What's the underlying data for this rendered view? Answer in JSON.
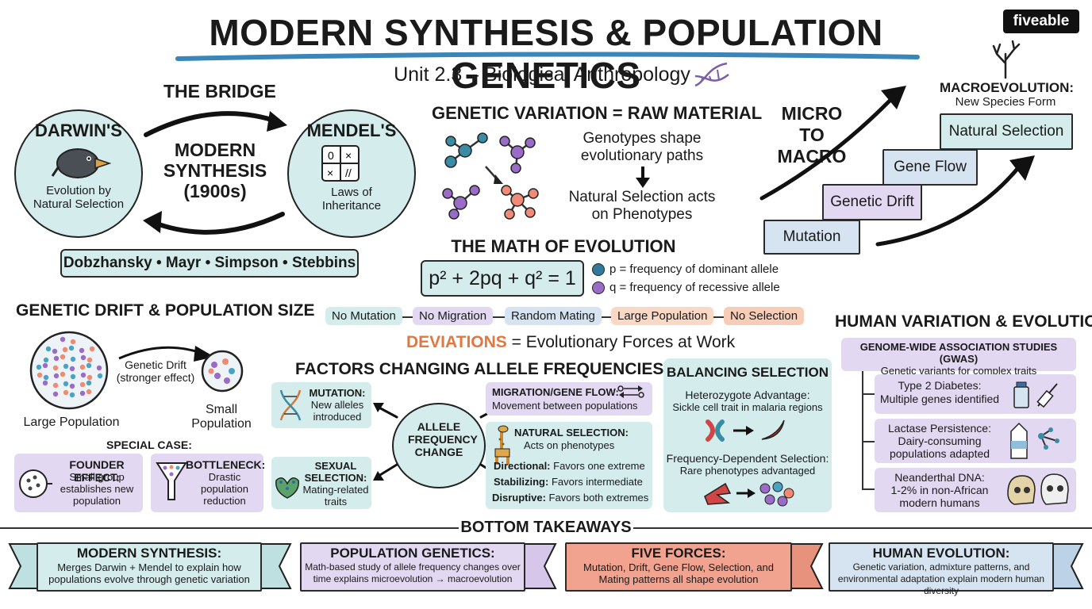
{
  "header": {
    "title": "MODERN SYNTHESIS & POPULATION GENETICS",
    "subtitle": "Unit 2.3 – Biological Anthropology",
    "brand": "fiveable"
  },
  "bridge": {
    "heading": "THE BRIDGE",
    "darwin_title": "DARWIN'S",
    "darwin_sub": "Evolution by Natural Selection",
    "mendel_title": "MENDEL'S",
    "mendel_sub": "Laws of Inheritance",
    "center_line1": "MODERN",
    "center_line2": "SYNTHESIS",
    "center_line3": "(1900s)",
    "names": "Dobzhansky • Mayr • Simpson • Stebbins"
  },
  "variation": {
    "heading": "GENETIC VARIATION = RAW MATERIAL",
    "text1": "Genotypes shape evolutionary paths",
    "text2": "Natural Selection acts on Phenotypes"
  },
  "micro_macro": {
    "label": "MICRO TO MACRO",
    "top_title": "MACROEVOLUTION:",
    "top_sub": "New Species Form",
    "steps": [
      "Mutation",
      "Genetic Drift",
      "Gene Flow",
      "Natural Selection"
    ]
  },
  "math": {
    "heading": "THE MATH OF EVOLUTION",
    "equation_html": "p² + 2pq + q² = 1",
    "p_legend": "p = frequency of dominant allele",
    "q_legend": "q = frequency of recessive allele",
    "conditions": [
      "No Mutation",
      "No Migration",
      "Random Mating",
      "Large Population",
      "No Selection"
    ],
    "deviations_word": "DEVIATIONS",
    "deviations_rest": "= Evolutionary Forces at Work"
  },
  "drift": {
    "heading": "GENETIC DRIFT & POPULATION SIZE",
    "large_label": "Large Population",
    "small_label": "Small Population",
    "arrow_label": "Genetic Drift (stronger effect)",
    "special_case": "SPECIAL CASE:",
    "founder_title": "FOUNDER EFFECT:",
    "founder_text": "Small group establishes new population",
    "bottleneck_title": "BOTTLENECK:",
    "bottleneck_text": "Drastic population reduction"
  },
  "factors": {
    "heading": "FACTORS CHANGING ALLELE FREQUENCIES",
    "center": "ALLELE FREQUENCY CHANGE",
    "mutation_title": "MUTATION:",
    "mutation_text": "New alleles introduced",
    "migration_title": "MIGRATION/GENE FLOW:",
    "migration_text": "Movement between populations",
    "sexual_title": "SEXUAL SELECTION:",
    "sexual_text": "Mating-related traits",
    "natsel_title": "NATURAL SELECTION:",
    "natsel_sub": "Acts on phenotypes",
    "natsel_rows": [
      {
        "k": "Directional:",
        "v": "Favors one extreme"
      },
      {
        "k": "Stabilizing:",
        "v": "Favors intermediate"
      },
      {
        "k": "Disruptive:",
        "v": "Favors both extremes"
      }
    ]
  },
  "balancing": {
    "heading": "BALANCING SELECTION",
    "het_title": "Heterozygote Advantage:",
    "het_text": "Sickle cell trait in malaria regions",
    "freq_title": "Frequency-Dependent Selection:",
    "freq_text": "Rare phenotypes advantaged"
  },
  "human": {
    "heading": "HUMAN VARIATION & EVOLUTION",
    "gwas_title": "GENOME-WIDE ASSOCIATION STUDIES (GWAS)",
    "gwas_text": "Genetic variants for complex traits",
    "items": [
      {
        "title": "Type 2 Diabetes:",
        "text": "Multiple genes identified"
      },
      {
        "title": "Lactase Persistence:",
        "text": "Dairy-consuming populations adapted"
      },
      {
        "title": "Neanderthal DNA:",
        "text": "1-2% in non-African modern humans"
      }
    ]
  },
  "takeaways": {
    "heading": "BOTTOM TAKEAWAYS",
    "banners": [
      {
        "title": "MODERN SYNTHESIS:",
        "text": "Merges Darwin + Mendel to explain how populations evolve through genetic variation"
      },
      {
        "title": "POPULATION GENETICS:",
        "text": "Math-based study of allele frequency changes over time explains microevolution → macroevolution"
      },
      {
        "title": "FIVE FORCES:",
        "text": "Mutation, Drift, Gene Flow, Selection, and Mating patterns all shape evolution"
      },
      {
        "title": "HUMAN EVOLUTION:",
        "text": "Genetic variation, admixture patterns, and environmental adaptation explain modern human diversity"
      }
    ]
  },
  "colors": {
    "teal": "#d4ecec",
    "lavender": "#e3d8f1",
    "blue": "#d6e4f1",
    "peach": "#f9d9c6",
    "salmon": "#f1a38f",
    "accent_underline": "#3a86b8",
    "deviations": "#e2773f"
  }
}
